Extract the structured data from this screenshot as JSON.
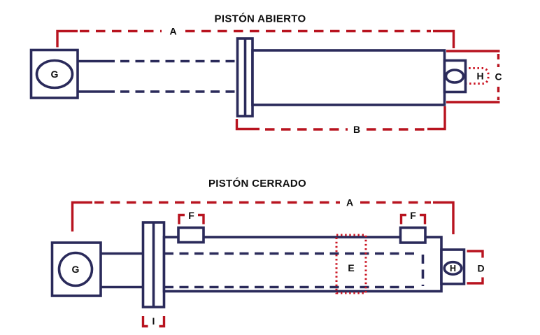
{
  "colors": {
    "navy": "#2a2a5a",
    "red": "#b8131f",
    "dotred": "#cb1422",
    "ink": "#0e0e0e",
    "bg": "#ffffff"
  },
  "open": {
    "title": "PISTÓN ABIERTO",
    "dim_a": "A",
    "dim_b": "B",
    "dim_c": "C",
    "mount": "G",
    "rod_eye": "H"
  },
  "closed": {
    "title": "PISTÓN CERRADO",
    "dim_a": "A",
    "dim_d": "D",
    "dim_e": "E",
    "dim_f_left": "F",
    "dim_f_right": "F",
    "mount": "G",
    "rod_eye": "H",
    "dim_i": "I"
  }
}
